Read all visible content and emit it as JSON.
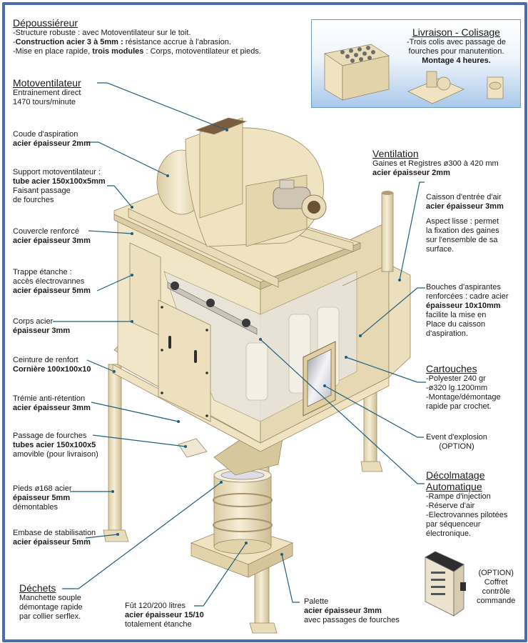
{
  "colors": {
    "frame": "#4a6db0",
    "leader": "#1f5f80",
    "steel": "#f1e6c8",
    "steel_shade": "#ddcfa8",
    "steel_dark": "#c9b98c"
  },
  "title_block": {
    "title": "Dépoussiéreur",
    "line1": "-Structure robuste : avec Motoventilateur sur le toit.",
    "line2_bold": "Construction acier 3 à 5mm :",
    "line2_prefix": "-",
    "line2_rest": " résistance accrue à l'abrasion.",
    "line3_prefix": "-Mise en place rapide,  ",
    "line3_bold": "trois modules",
    "line3_rest": " : Corps, motoventilateur et pieds."
  },
  "livraison": {
    "title": "Livraison - Colisage",
    "line1": "-Trois colis avec passage de",
    "line2": "fourches pour manutention.",
    "line3_bold": "Montage 4 heures."
  },
  "left_labels": {
    "motoventilateur": {
      "title": "Motoventilateur",
      "l1": "Entrainement direct",
      "l2": "1470 tours/minute"
    },
    "coude": {
      "l1": "Coude d'aspiration",
      "b1": "acier épaisseur 2mm"
    },
    "support": {
      "l1": "Support motoventilateur :",
      "b1": "tube acier 150x100x5mm",
      "l2": "Faisant passage",
      "l3": "de fourches"
    },
    "couvercle": {
      "l1": "Couvercle renforcé",
      "b1": "acier épaisseur 3mm"
    },
    "trappe": {
      "l1": "Trappe étanche :",
      "l2": "accès électrovannes",
      "b1": "acier épaisseur 5mm"
    },
    "corps": {
      "l1": "Corps acier",
      "b1": "épaisseur 3mm"
    },
    "ceinture": {
      "l1": "Ceinture de renfort",
      "b1": "Cornière 100x100x10"
    },
    "tremie": {
      "l1": "Trémie anti-rétention",
      "b1": "acier épaisseur 3mm"
    },
    "passage": {
      "l1": "Passage de fourches",
      "b1": "tubes acier 150x100x5",
      "l2": "amovible (pour livraison)"
    },
    "pieds": {
      "l1": "Pieds ø168 acier",
      "b1": "épaisseur 5mm",
      "l2": "démontables"
    },
    "embase": {
      "l1": "Embase de stabilisation",
      "b1": "acier épaisseur 5mm"
    },
    "dechets": {
      "title": "Déchets",
      "l1": "Manchette souple",
      "l2": "démontage rapide",
      "l3": "par collier serflex."
    }
  },
  "bottom_labels": {
    "fut": {
      "l1": "Fût 120/200 litres",
      "b1": "acier épaisseur 15/10",
      "l2": "totalement étanche"
    },
    "palette": {
      "l1": "Palette",
      "b1": "acier épaisseur 3mm",
      "l2": "avec passages de fourches"
    },
    "coffret": {
      "l1": "(OPTION)",
      "l2": "Coffret",
      "l3": "contrôle",
      "l4": "commande"
    }
  },
  "right_labels": {
    "ventilation": {
      "title": "Ventilation",
      "l1": "Gaines et Registres ø300 à 420 mm",
      "b1": "acier épaisseur 2mm"
    },
    "caisson": {
      "l1": "Caisson d'entrée d'air",
      "b1": "acier épaisseur 3mm",
      "l2": "Aspect lisse : permet",
      "l3": "la fixation des gaines",
      "l4": "sur l'ensemble de sa",
      "l5": "surface."
    },
    "bouches": {
      "l1": "Bouches d'aspirantes",
      "l2": "renforcées : cadre acier",
      "b1": "épaisseur 10x10mm",
      "l3": "facilite la mise en",
      "l4": "Place du caisson",
      "l5": "d'aspiration."
    },
    "cartouches": {
      "title": "Cartouches",
      "l1": "-Polyester 240 gr",
      "l2": "-ø320 lg.1200mm",
      "l3": "-Montage/démontage",
      "l4": " rapide par crochet."
    },
    "event": {
      "l1": "Event d'explosion",
      "l2": "(OPTION)"
    },
    "decolmatage": {
      "title1": "Décolmatage",
      "title2": "Automatique",
      "l1": "-Rampe d'injection",
      "l2": "-Réserve d'air",
      "l3": "-Electrovannes pilotées",
      "l4": " par séquenceur",
      "l5": " électronique."
    }
  }
}
